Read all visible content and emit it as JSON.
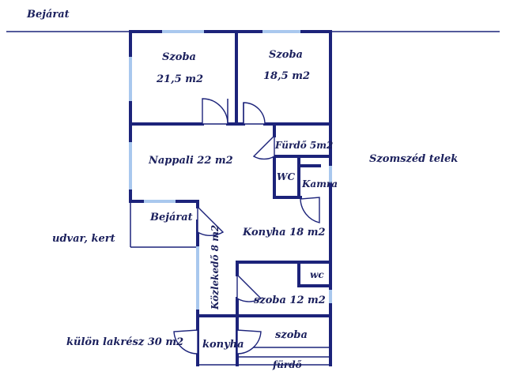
{
  "labels": {
    "bejarat_top": "Bejárat",
    "szoba1": "Szoba",
    "szoba1_area": "21,5 m2",
    "szoba2": "Szoba",
    "szoba2_area": "18,5 m2",
    "furdo": "Fürdő 5m2",
    "nappali": "Nappali 22 m2",
    "szomszed": "Szomszéd telek",
    "wc1": "WC",
    "kamra": "Kamra",
    "bejarat_inner": "Bejárat",
    "udvar": "udvar, kert",
    "konyha": "Konyha 18 m2",
    "kozlekedo": "Közlekedő 8 m2",
    "wc2": "wc",
    "szoba3": "szoba 12 m2",
    "kulon": "külön lakrész 30 m2",
    "konyha2": "konyha",
    "szoba4": "szoba",
    "furdo2": "fürdő"
  },
  "colors": {
    "wall": "#1c237a",
    "window": "#a9c8ee",
    "text": "#1a1f5c"
  }
}
